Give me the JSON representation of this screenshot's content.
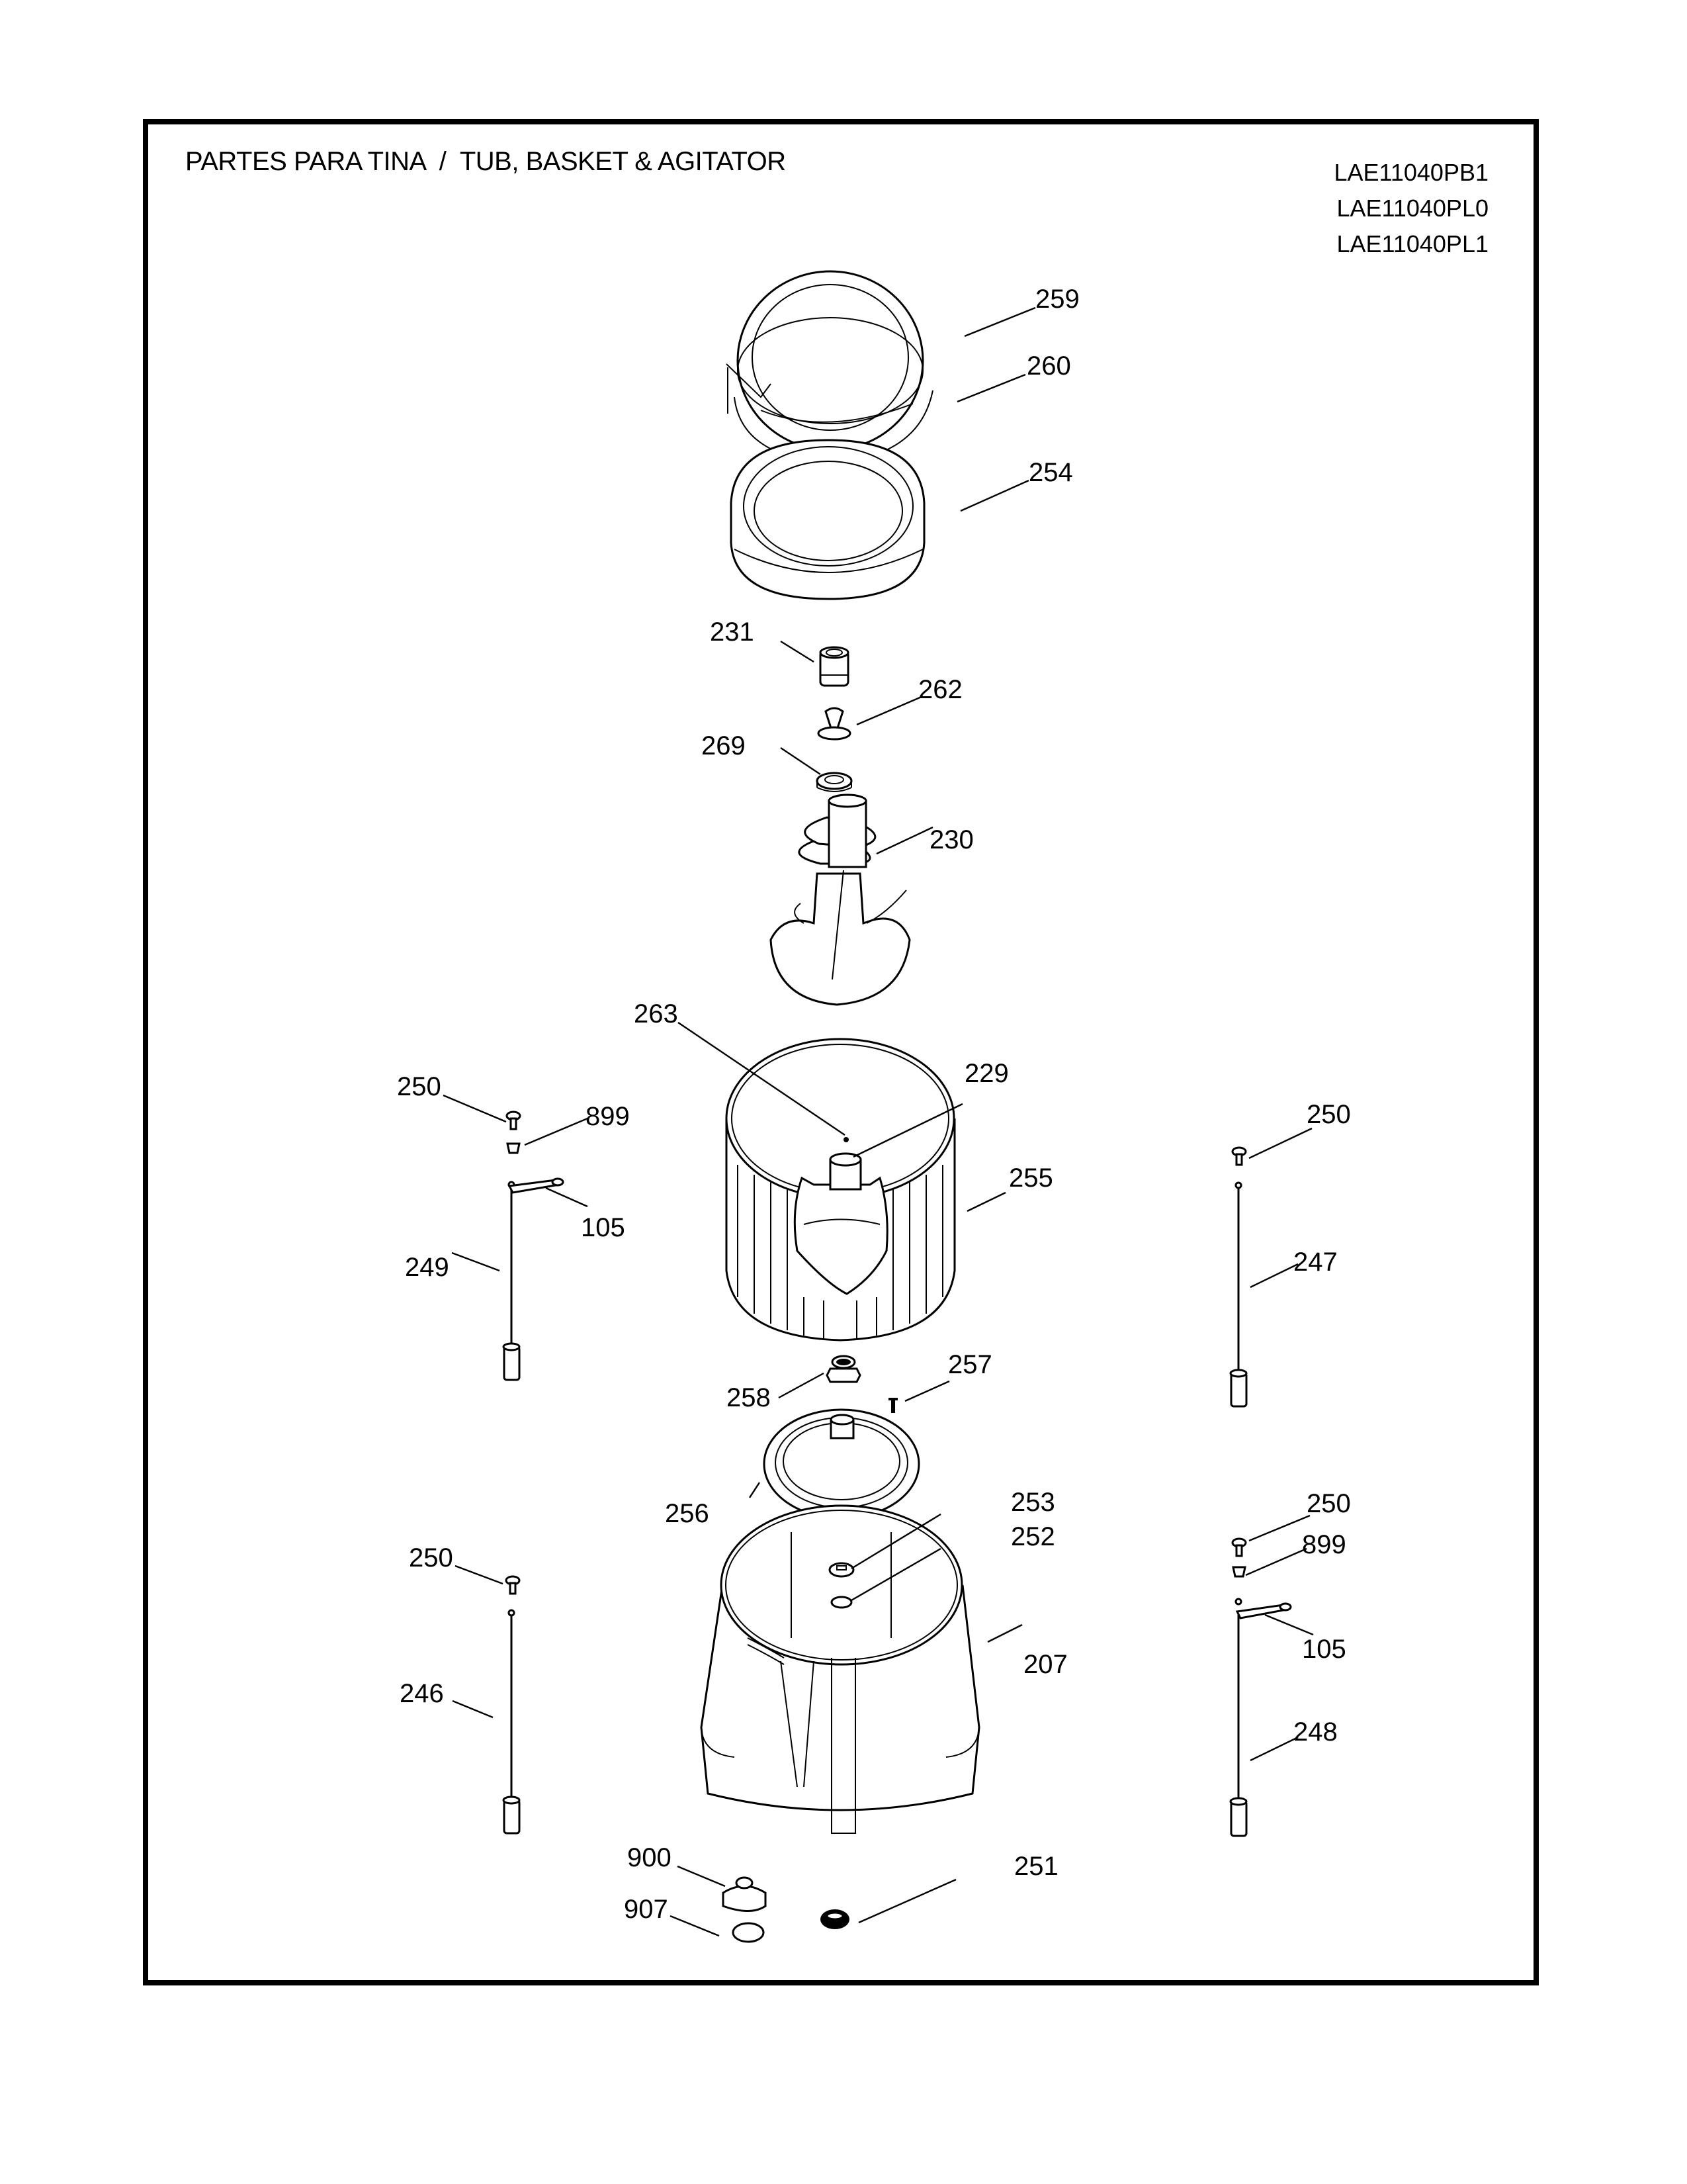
{
  "header": {
    "title": "PARTES PARA TINA  /  TUB, BASKET & AGITATOR",
    "models": [
      "LAE11040PB1",
      "LAE11040PL0",
      "LAE11040PL1"
    ]
  },
  "callouts": {
    "c259": "259",
    "c260": "260",
    "c254": "254",
    "c231": "231",
    "c262": "262",
    "c269": "269",
    "c230": "230",
    "c263": "263",
    "c229": "229",
    "c255": "255",
    "c250_a": "250",
    "c899_a": "899",
    "c105_a": "105",
    "c249": "249",
    "c250_b": "250",
    "c247": "247",
    "c258": "258",
    "c257": "257",
    "c256": "256",
    "c253": "253",
    "c252": "252",
    "c250_c": "250",
    "c899_b": "899",
    "c250_d": "250",
    "c246": "246",
    "c207": "207",
    "c105_b": "105",
    "c248": "248",
    "c900": "900",
    "c907": "907",
    "c251": "251"
  },
  "colors": {
    "ink": "#000000",
    "paper": "#ffffff"
  }
}
